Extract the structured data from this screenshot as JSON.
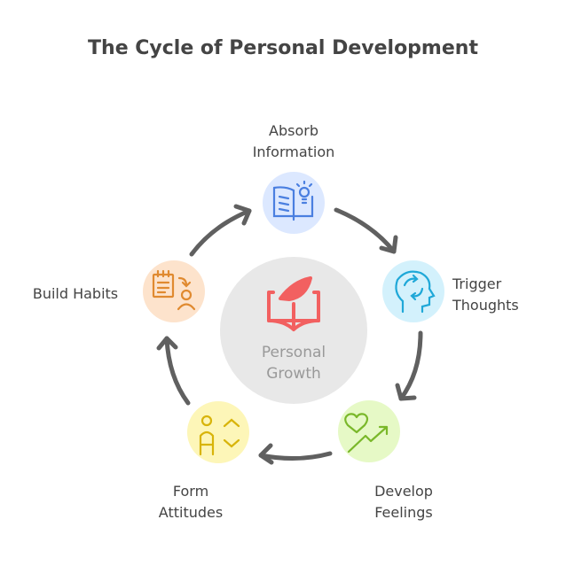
{
  "title": "The Cycle of Personal Development",
  "center": {
    "line1": "Personal",
    "line2": "Growth",
    "icon": "book-leaf-icon",
    "color": "#f26060",
    "bg": "#e8e8e8"
  },
  "stages": [
    {
      "line1": "Absorb",
      "line2": "Information",
      "icon": "book-lightbulb-icon",
      "color": "#4a7fe0",
      "bg": "#dce8ff"
    },
    {
      "line1": "Trigger",
      "line2": "Thoughts",
      "icon": "head-cycle-icon",
      "color": "#1fa8d8",
      "bg": "#d3f1fc"
    },
    {
      "line1": "Develop",
      "line2": "Feelings",
      "icon": "heart-trend-icon",
      "color": "#7ab82a",
      "bg": "#e6f9c6"
    },
    {
      "line1": "Form",
      "line2": "Attitudes",
      "icon": "person-updown-icon",
      "color": "#d8b40a",
      "bg": "#fdf6b8"
    },
    {
      "line1": "Build Habits",
      "line2": "",
      "icon": "checklist-person-icon",
      "color": "#e08a30",
      "bg": "#fde3cc"
    }
  ]
}
